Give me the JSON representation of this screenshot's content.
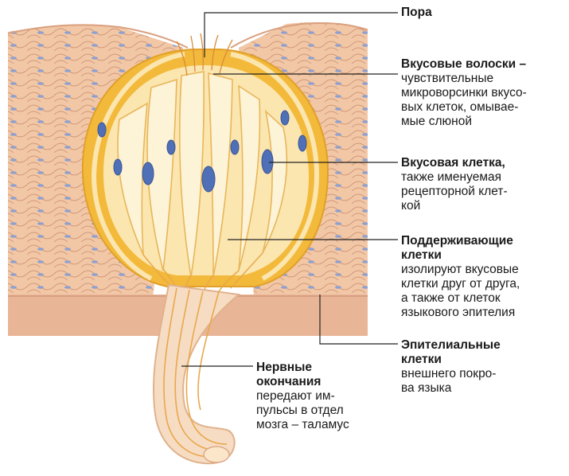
{
  "labels": {
    "pore": {
      "title": "Пора"
    },
    "hairs": {
      "title": "Вкусовые волоски –",
      "lines": [
        "чувствительные",
        "микроворсинки вкусо-",
        "вых клеток, омывае-",
        "мые слюной"
      ]
    },
    "taste_cell": {
      "title": "Вкусовая клетка,",
      "lines": [
        "также именуемая",
        "рецепторной клет-",
        "кой"
      ]
    },
    "supporting": {
      "title_lines": [
        "Поддерживающие",
        "клетки"
      ],
      "lines": [
        "изолируют вкусовые",
        "клетки друг от друга,",
        "а также от клеток",
        "языкового эпителия"
      ]
    },
    "epithelial": {
      "title_lines": [
        "Эпителиальные",
        "клетки"
      ],
      "lines": [
        "внешнего покро-",
        "ва языка"
      ]
    },
    "nerve": {
      "title_lines": [
        "Нервные",
        "окончания"
      ],
      "lines": [
        "передают им-",
        "пульсы в отдел",
        "мозга – таламус"
      ]
    }
  },
  "colors": {
    "epithelium": "#f1c7a6",
    "epithelium_line": "#c98a6c",
    "nucleus": "#4f6fb6",
    "bud_outer": "#f3b93a",
    "bud_inner": "#fbe6b0",
    "bud_light": "#fdf3d6",
    "nerve": "#e9a84b",
    "basal": "#e9b597"
  }
}
